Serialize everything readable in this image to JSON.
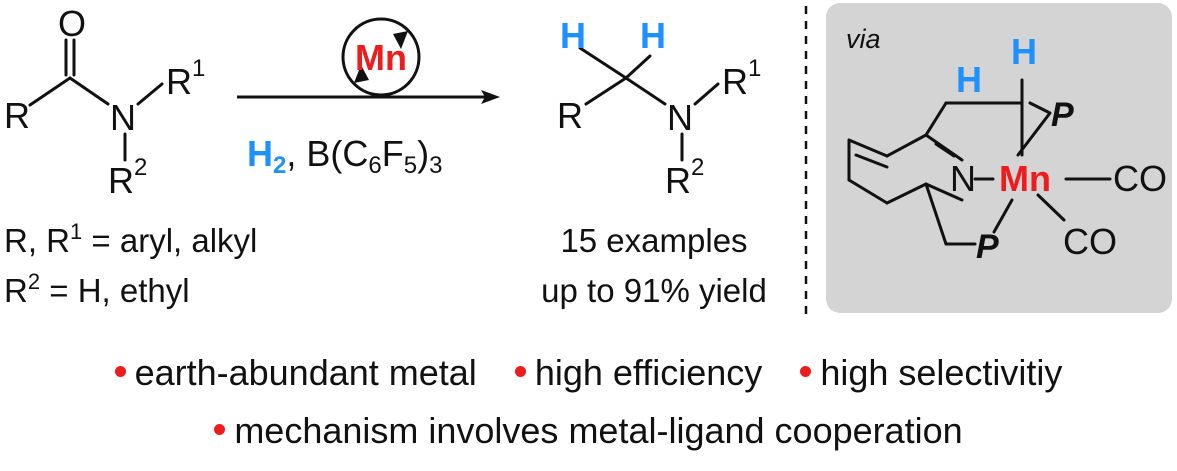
{
  "atoms": {
    "O": "O",
    "N": "N",
    "R": "R",
    "C": "C",
    "F": "F",
    "H": "H",
    "B": "B",
    "P": "P",
    "Mn": "Mn",
    "CO": "CO",
    "two": "2",
    "three": "3",
    "five": "5",
    "six": "6",
    "one": "1"
  },
  "reaction": {
    "catalyst": "Mn",
    "reagent_prefix": ", B(C",
    "reagent_suffix_paren": ")"
  },
  "conditions": {
    "line1_a": "R, R",
    "line1_b": " = aryl, alkyl",
    "line2_a": "R",
    "line2_b": " = H, ethyl"
  },
  "results": {
    "examples": "15 examples",
    "yield": "up to 91% yield"
  },
  "intermediate": {
    "label": "via"
  },
  "bullets": [
    "earth-abundant metal",
    "high efficiency",
    "high selectivitiy",
    "mechanism involves metal-ligand cooperation"
  ],
  "colors": {
    "highlight_red": "#ee1c1c",
    "hydrogen_blue": "#1e90ff",
    "panel_gray": "#d4d4d4",
    "ink": "#111111"
  }
}
